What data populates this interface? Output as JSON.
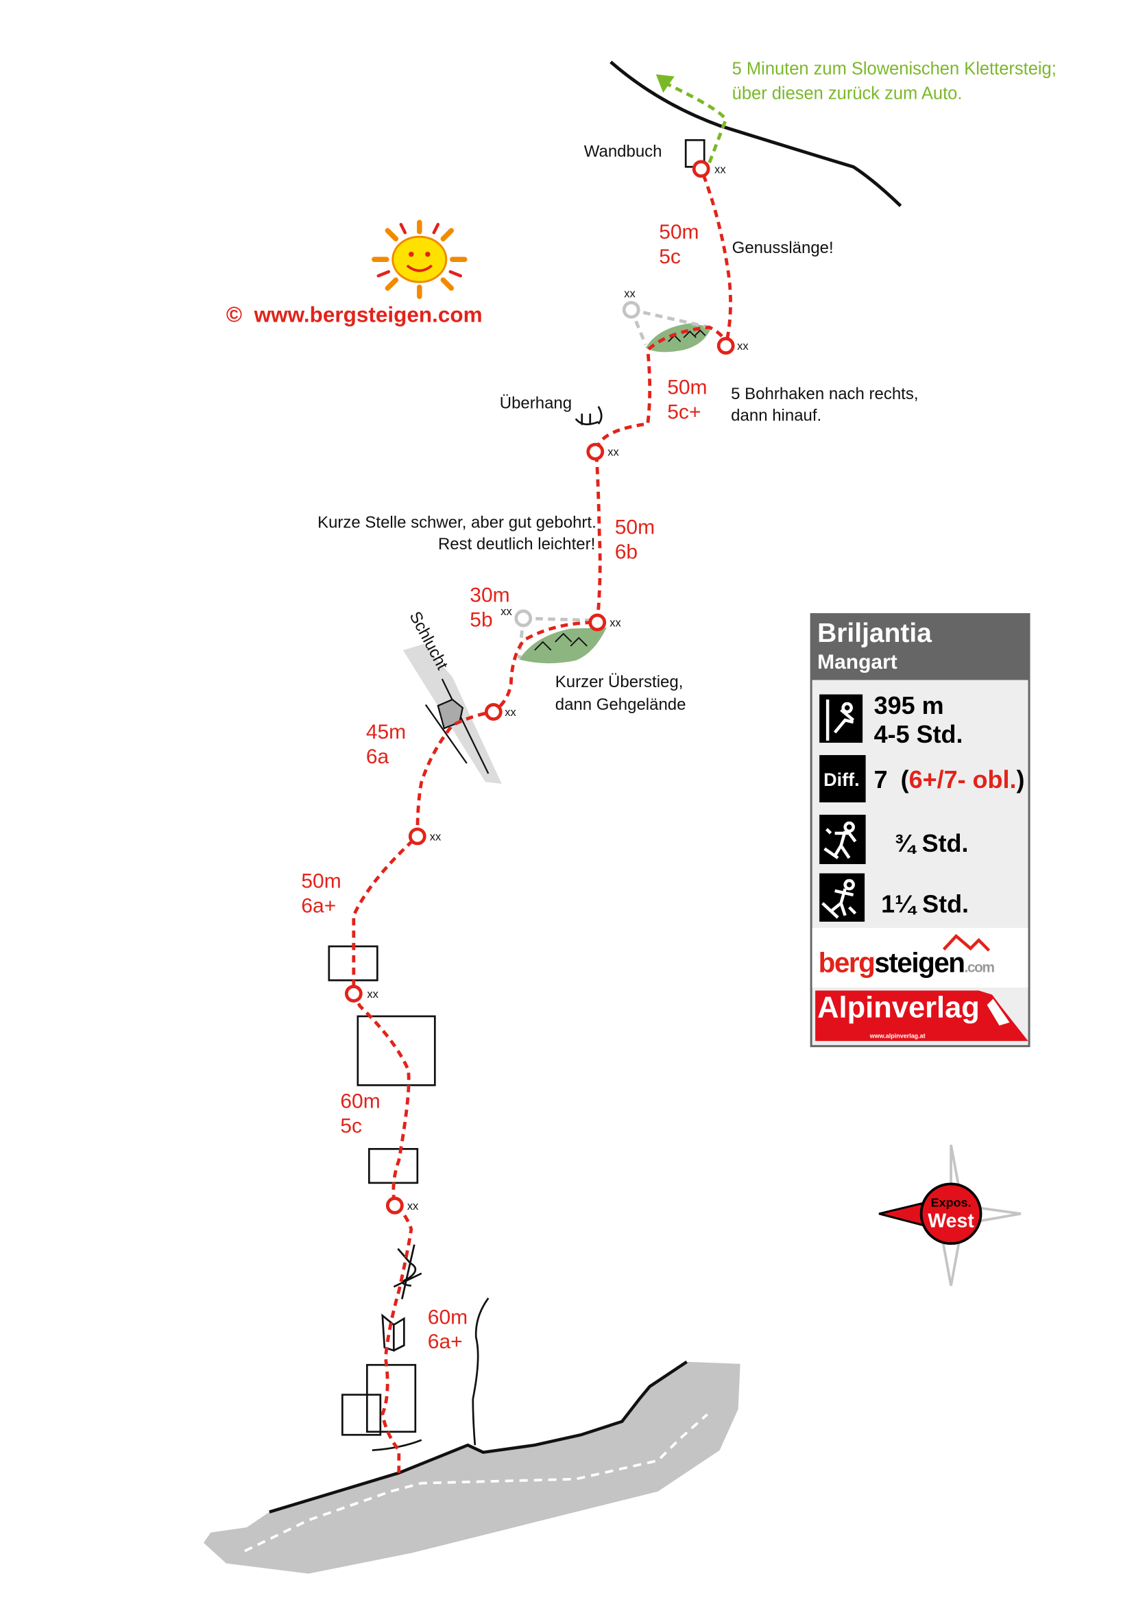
{
  "title": "Briljantia",
  "subtitle": "Mangart",
  "copyright": "©  www.bergsteigen.com",
  "stats": {
    "length": "395 m",
    "duration": "4-5 Std.",
    "diff_label": "Diff.",
    "diff_value": "7",
    "diff_open": "(",
    "diff_detail": "6+/7- obl.",
    "diff_close": ")",
    "approach": "¾ Std.",
    "descent": "1¼ Std."
  },
  "logos": {
    "bergsteigen_a": "berg",
    "bergsteigen_b": "steigen",
    "bergsteigen_c": ".com",
    "alpinverlag": "Alpinverlag",
    "alpinverlag_url": "www.alpinverlag.at"
  },
  "compass": {
    "label": "Expos.",
    "direction": "West"
  },
  "belay_label": "xx",
  "pitches": [
    {
      "length": "60m",
      "grade": "6a+"
    },
    {
      "length": "60m",
      "grade": "5c"
    },
    {
      "length": "50m",
      "grade": "6a+"
    },
    {
      "length": "45m",
      "grade": "6a"
    },
    {
      "length": "30m",
      "grade": "5b"
    },
    {
      "length": "50m",
      "grade": "6b"
    },
    {
      "length": "50m",
      "grade": "5c+"
    },
    {
      "length": "50m",
      "grade": "5c"
    }
  ],
  "notes": {
    "exit_1": "5 Minuten zum Slowenischen Klettersteig;",
    "exit_2": "über diesen zurück zum Auto.",
    "wandbuch": "Wandbuch",
    "genuss": "Genusslänge!",
    "bohrhaken_1": "5 Bohrhaken nach rechts,",
    "bohrhaken_2": "dann hinauf.",
    "ueberhang": "Überhang",
    "kurz_1": "Kurze Stelle schwer, aber gut gebohrt.",
    "kurz_2": "Rest deutlich leichter!",
    "schlucht": "Schlucht",
    "ueberstieg_1": "Kurzer Überstieg,",
    "ueberstieg_2": "dann Gehgelände"
  },
  "colors": {
    "route": "#e2231a",
    "exit": "#7ab828",
    "grass": "#8db580",
    "header": "#666666"
  }
}
